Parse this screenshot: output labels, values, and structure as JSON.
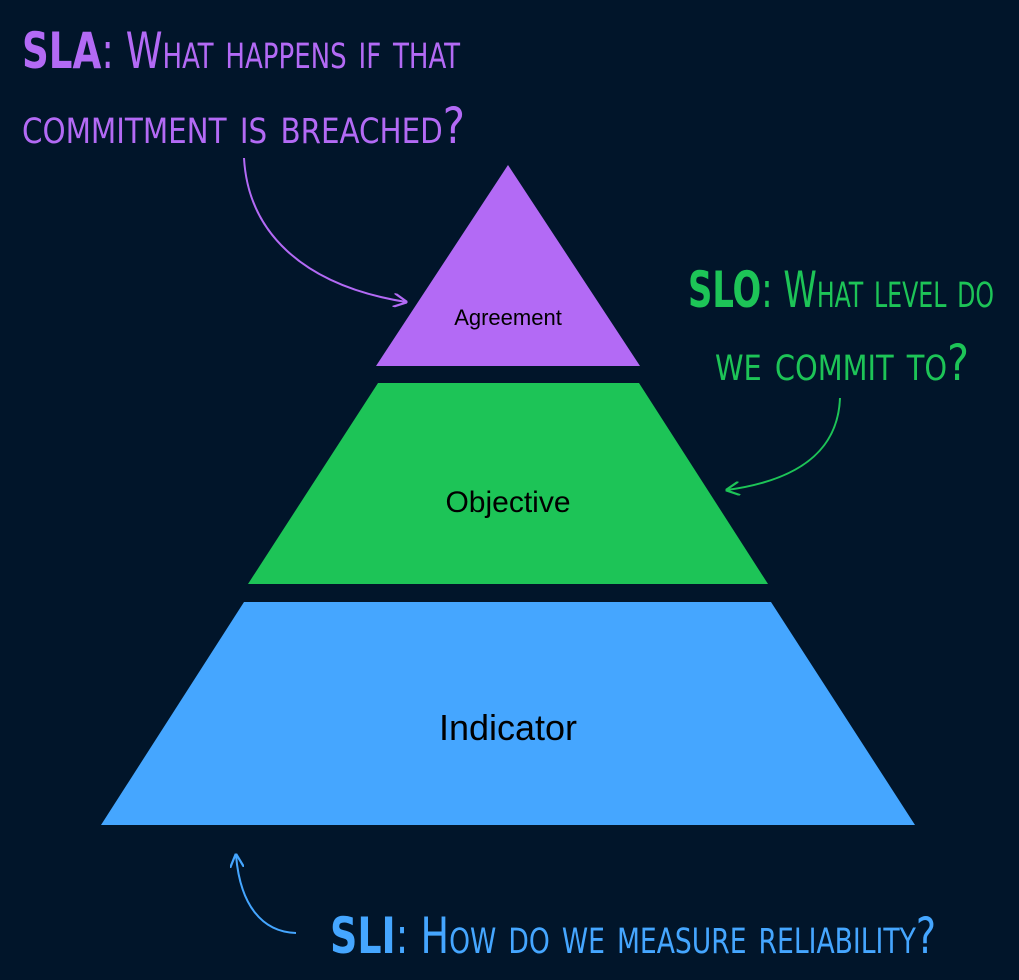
{
  "colors": {
    "background": "#01152a",
    "agreement": "#b36af5",
    "objective": "#1dc457",
    "indicator": "#45a6ff",
    "label_text": "#000000"
  },
  "pyramid": {
    "agreement_label": "Agreement",
    "objective_label": "Objective",
    "indicator_label": "Indicator"
  },
  "annotations": {
    "sla": {
      "key": "SLA",
      "sep": ":",
      "line1": "What happens if that",
      "line2": "commitment is breached?"
    },
    "slo": {
      "key": "SLO",
      "sep": ":",
      "line1": "What level do",
      "line2": "we commit to?"
    },
    "sli": {
      "key": "SLI",
      "sep": ":",
      "line1": "How do we measure reliability?"
    }
  }
}
